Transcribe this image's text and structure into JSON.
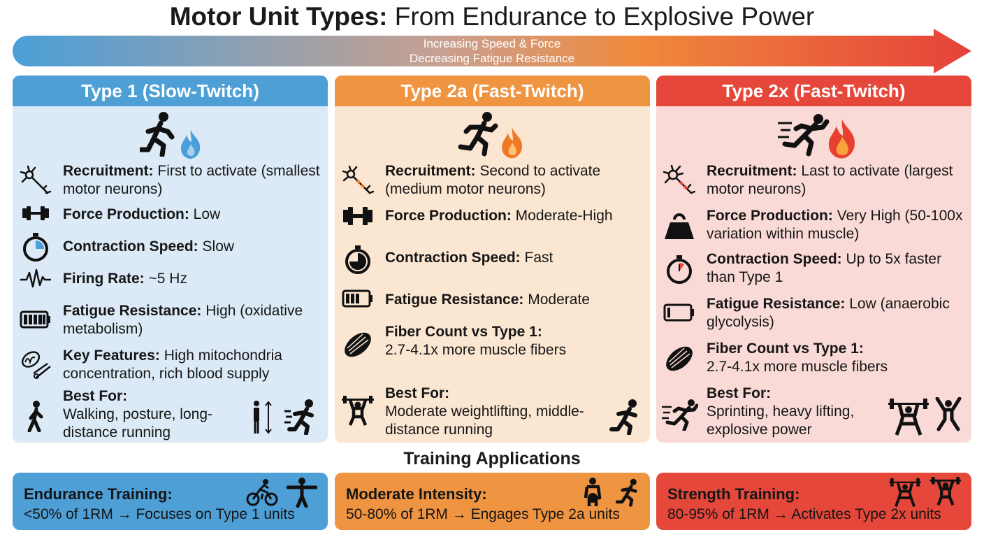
{
  "title": {
    "bold": "Motor Unit Types:",
    "rest": "From Endurance to Explosive Power"
  },
  "arrow": {
    "line1": "Increasing Speed & Force",
    "line2": "Decreasing Fatigue Resistance"
  },
  "colors": {
    "type1": "#4d9fd6",
    "type2a": "#ef9440",
    "type2x": "#e5473a",
    "type1_bg": "#dbeaf6",
    "type2a_bg": "#fbe6d2",
    "type2x_bg": "#f9dad6"
  },
  "cards": [
    {
      "title": "Type 1 (Slow-Twitch)",
      "hero_icons": [
        "runner-icon",
        "flame-icon"
      ],
      "rows": [
        {
          "icon": "neuron-icon",
          "label": "Recruitment:",
          "text": " First to activate (smallest motor neurons)"
        },
        {
          "icon": "dumbbell-icon",
          "label": "Force Production:",
          "text": " Low"
        },
        {
          "icon": "stopwatch-icon",
          "label": "Contraction Speed:",
          "text": " Slow"
        },
        {
          "icon": "heartbeat-icon",
          "label": "Firing Rate:",
          "text": " ~5 Hz"
        },
        {
          "icon": "battery-full-icon",
          "label": "Fatigue Resistance:",
          "text": " High (oxidative metabolism)"
        },
        {
          "icon": "mitochondria-icon",
          "label": "Key Features:",
          "text": " High mitochondria concentration, rich blood supply"
        },
        {
          "icon": "walker-icon",
          "label": "Best For:",
          "text": "Walking, posture, long-distance running"
        }
      ]
    },
    {
      "title": "Type 2a (Fast-Twitch)",
      "hero_icons": [
        "runner-icon",
        "flame-icon"
      ],
      "rows": [
        {
          "icon": "neuron-icon",
          "label": "Recruitment:",
          "text": " Second to activate (medium motor neurons)"
        },
        {
          "icon": "dumbbell-icon",
          "label": "Force Production:",
          "text": " Moderate-High"
        },
        {
          "icon": "stopwatch-icon",
          "label": "Contraction Speed:",
          "text": " Fast"
        },
        {
          "icon": "battery-medium-icon",
          "label": "Fatigue Resistance:",
          "text": " Moderate"
        },
        {
          "icon": "muscle-fiber-icon",
          "label": "Fiber Count vs Type 1:",
          "text": "2.7-4.1x more muscle fibers"
        },
        {
          "icon": "weightlifter-icon",
          "label": "Best For:",
          "text": "Moderate weightlifting, middle-distance running"
        }
      ]
    },
    {
      "title": "Type 2x (Fast-Twitch)",
      "hero_icons": [
        "sprinter-icon",
        "flame-icon"
      ],
      "rows": [
        {
          "icon": "neuron-icon",
          "label": "Recruitment:",
          "text": " Last to activate (largest motor neurons)"
        },
        {
          "icon": "kettlebell-icon",
          "label": "Force Production:",
          "text": " Very High (50-100x variation within muscle)"
        },
        {
          "icon": "stopwatch-icon",
          "label": "Contraction Speed:",
          "text": " Up to 5x faster than Type 1"
        },
        {
          "icon": "battery-low-icon",
          "label": "Fatigue Resistance:",
          "text": " Low (anaerobic glycolysis)"
        },
        {
          "icon": "muscle-fiber-icon",
          "label": "Fiber Count vs Type 1:",
          "text": "2.7-4.1x more muscle fibers"
        },
        {
          "icon": "sprinter-icon",
          "label": "Best For:",
          "text": "Sprinting, heavy lifting, explosive power"
        }
      ]
    }
  ],
  "applications_title": "Training Applications",
  "applications": [
    {
      "heading": "Endurance Training:",
      "text": "<50% of 1RM → Focuses on Type 1 units",
      "icons": [
        "cyclist-icon",
        "stretch-person-icon"
      ]
    },
    {
      "heading": "Moderate Intensity:",
      "text": "50-80% of 1RM → Engages Type 2a units",
      "icons": [
        "kettlebell-person-icon",
        "runner-icon"
      ]
    },
    {
      "heading": "Strength Training:",
      "text": "80-95% of 1RM → Activates Type 2x units",
      "icons": [
        "squat-lifter-icon",
        "overhead-lifter-icon"
      ]
    }
  ]
}
